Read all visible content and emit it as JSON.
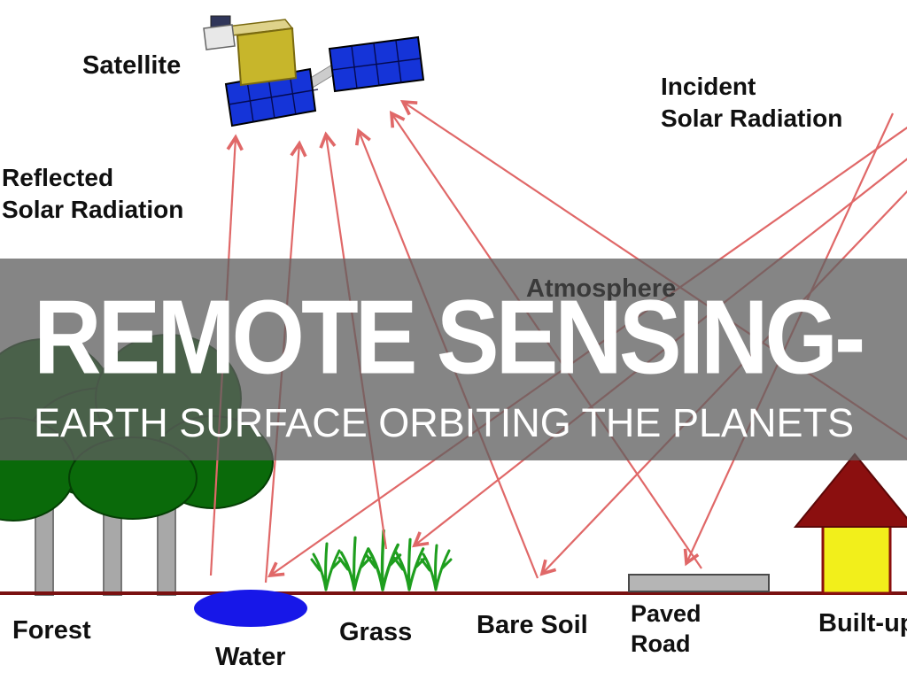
{
  "banner": {
    "title": "REMOTE SENSING-",
    "subtitle": "EARTH SURFACE ORBITING THE PLANETS"
  },
  "labels": {
    "satellite": "Satellite",
    "incident_1": "Incident",
    "incident_2": "Solar Radiation",
    "reflected_1": "Reflected",
    "reflected_2": "Solar Radiation",
    "atmosphere": "Atmosphere",
    "forest": "Forest",
    "water": "Water",
    "grass": "Grass",
    "bare_soil": "Bare Soil",
    "paved_1": "Paved",
    "paved_2": "Road",
    "built_up": "Built-up"
  },
  "colors": {
    "arrow_red": "#e06868",
    "banner_gray": "#828282",
    "tree_green": "#0a6a0a",
    "trunk_gray": "#a8a8a8",
    "water_blue": "#1717e8",
    "grass_green": "#1e9e1e",
    "solar_panel_blue": "#1534d8",
    "satellite_gold": "#c7b62b",
    "house_yellow": "#f2ef1b",
    "roof_maroon": "#8b0f0f",
    "ground_line": "#7a1111",
    "road_gray": "#b5b5b5",
    "title_white": "#ffffff"
  }
}
